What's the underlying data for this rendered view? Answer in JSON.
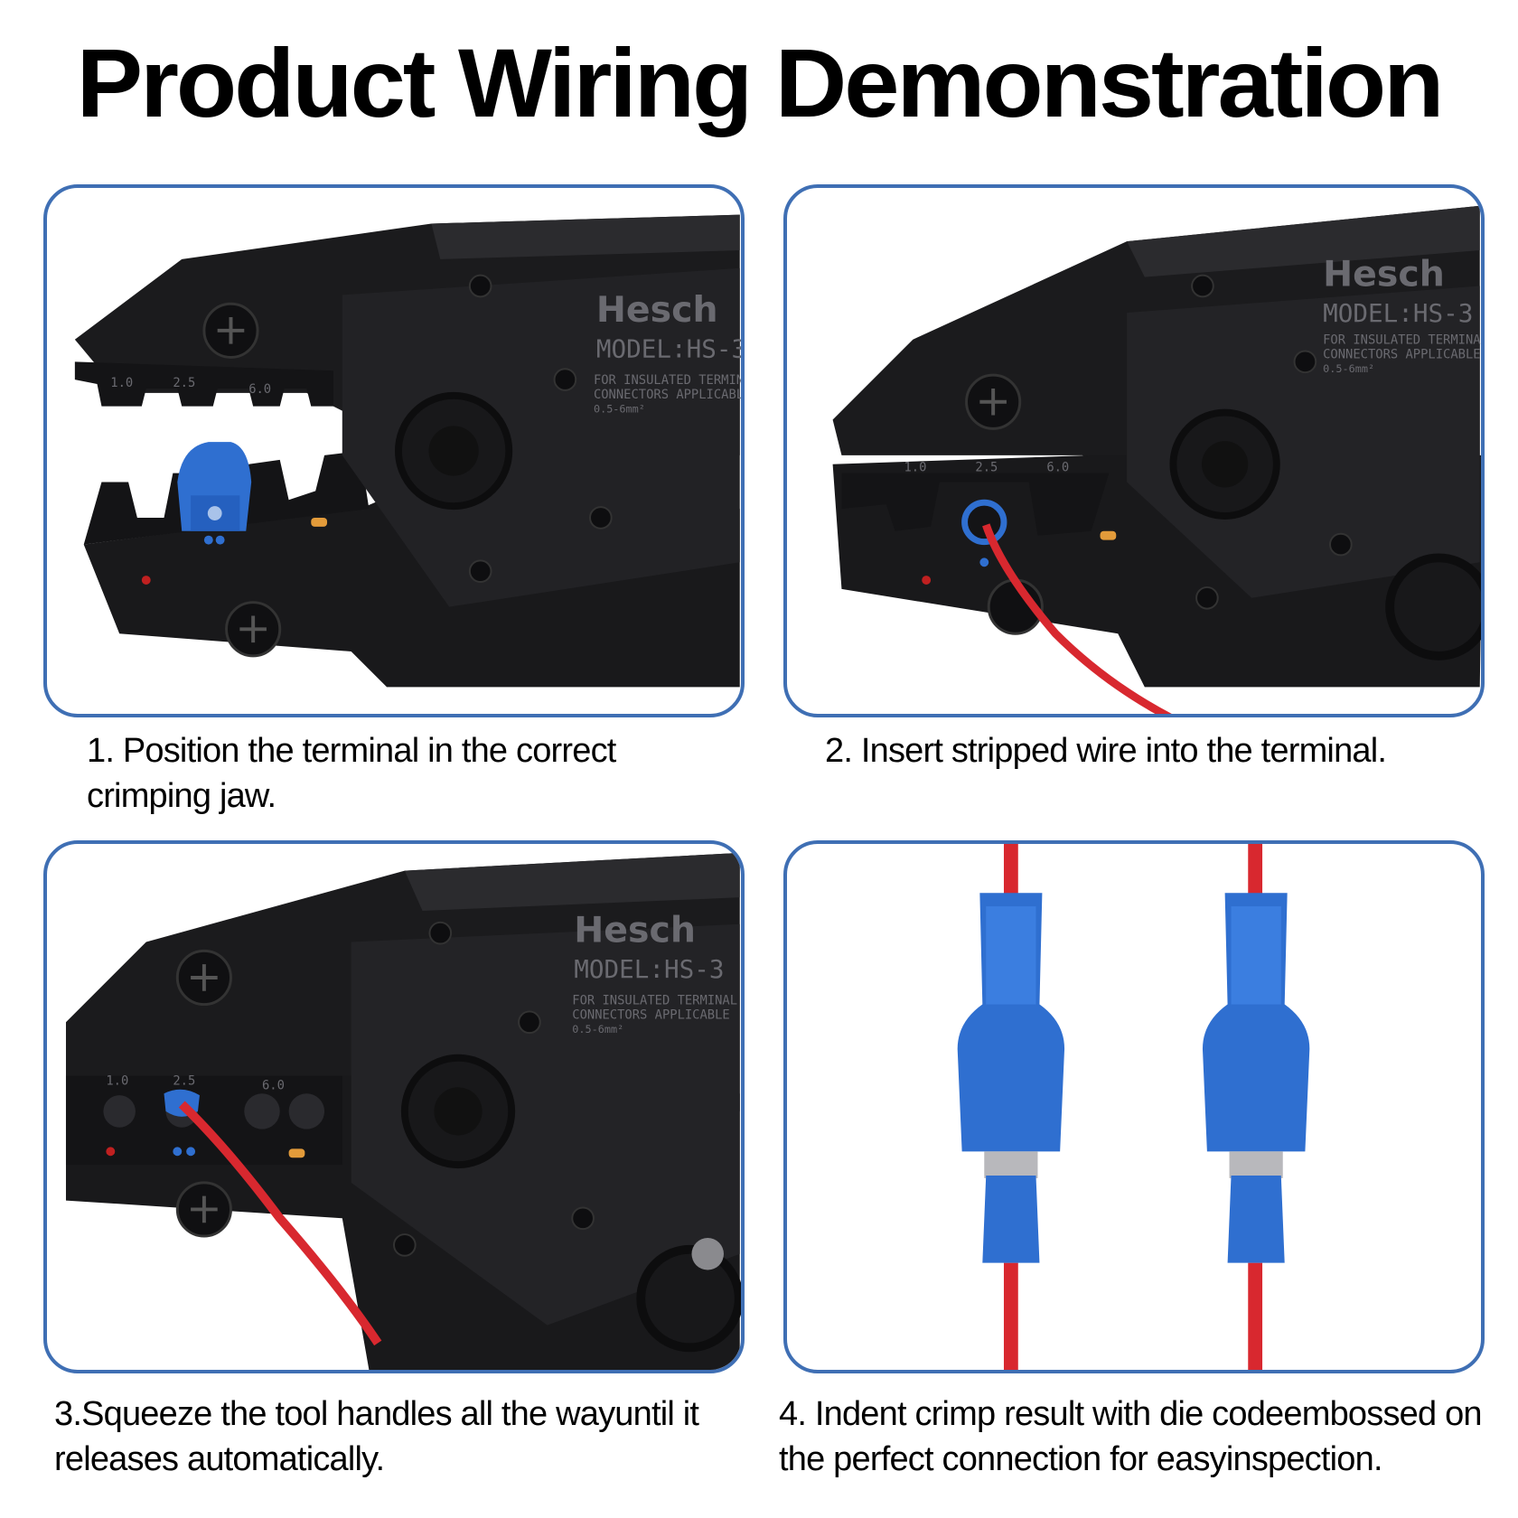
{
  "title": "Product Wiring Demonstration",
  "steps": [
    {
      "caption": "1. Position the terminal in the correct crimping jaw."
    },
    {
      "caption": "2. Insert stripped wire into the terminal."
    },
    {
      "caption": "3.Squeeze the tool handles all the wayuntil it releases automatically."
    },
    {
      "caption": "4. Indent crimp result with die codeembossed on the perfect connection for easyinspection."
    }
  ],
  "tool": {
    "brand": "Hesch",
    "model": "MODEL:HS-3",
    "spec_line1": "FOR INSULATED TERMINAL",
    "spec_line2": "CONNECTORS APPLICABLE",
    "spec_line3": "0.5-6mm²",
    "die_labels": [
      "1.0",
      "2.5",
      "6.0"
    ]
  },
  "colors": {
    "panel_border": "#3f6fb4",
    "tool_body": "#1b1b1d",
    "terminal_blue": "#2f6fd0",
    "wire_red": "#d8282f"
  }
}
